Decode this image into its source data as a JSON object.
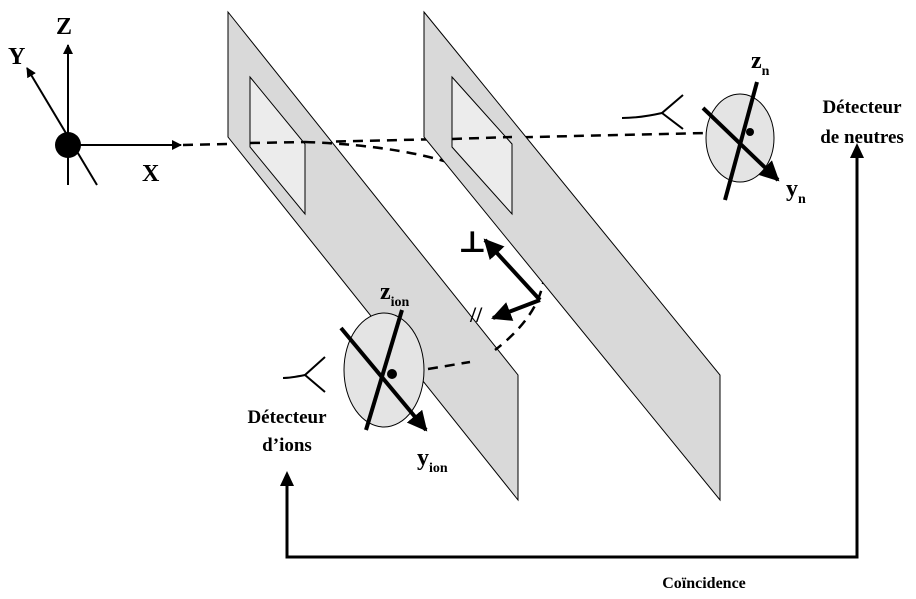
{
  "labels": {
    "axis_x": "X",
    "axis_y": "Y",
    "axis_z": "Z",
    "zn_main": "z",
    "zn_sub": "n",
    "yn_main": "y",
    "yn_sub": "n",
    "zion_main": "z",
    "zion_sub": "ion",
    "yion_main": "y",
    "yion_sub": "ion",
    "perp": "⊥",
    "parallel": "//",
    "neutral_detector_line1": "Détecteur",
    "neutral_detector_line2": "de neutres",
    "ion_detector_line1": "Détecteur",
    "ion_detector_line2": "d’ions",
    "coincidence": "Coïncidence"
  },
  "icons": [
    "eye-icon",
    "eye-icon"
  ],
  "colors": {
    "plate_fill": "#d9d9d9",
    "detector_fill": "#e4e4e4",
    "line": "#000000"
  }
}
